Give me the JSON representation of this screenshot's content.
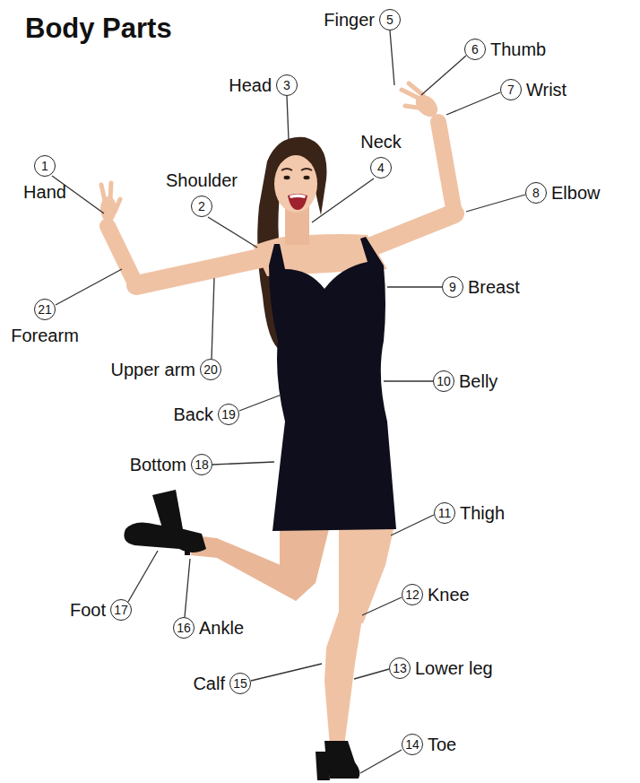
{
  "diagram": {
    "title": "Body Parts",
    "nodes": [
      {
        "text": [
          "1",
          "Hand"
        ]
      },
      {
        "text": [
          "Shoulder",
          "2"
        ]
      },
      {
        "text": [
          "Head",
          "3"
        ]
      },
      {
        "text": [
          "Neck",
          "4"
        ]
      },
      {
        "text": [
          "Finger",
          "5"
        ]
      },
      {
        "text": [
          "6",
          "Thumb"
        ]
      },
      {
        "text": [
          "7",
          "Wrist"
        ]
      },
      {
        "text": [
          "8",
          "Elbow"
        ]
      },
      {
        "text": [
          "9",
          "Breast"
        ]
      },
      {
        "text": [
          "10",
          "Belly"
        ]
      },
      {
        "text": [
          "11",
          "Thigh"
        ]
      },
      {
        "text": [
          "12",
          "Knee"
        ]
      },
      {
        "text": [
          "13",
          "Lower leg"
        ]
      },
      {
        "text": [
          "14",
          "Toe"
        ]
      },
      {
        "text": [
          "Calf",
          "15"
        ]
      },
      {
        "text": [
          "16",
          "Ankle"
        ]
      },
      {
        "text": [
          "Foot",
          "17"
        ]
      },
      {
        "text": [
          "Bottom",
          "18"
        ]
      },
      {
        "text": [
          "Back",
          "19"
        ]
      },
      {
        "text": [
          "Upper arm",
          "20"
        ]
      },
      {
        "text": [
          "21",
          "Forearm"
        ]
      }
    ]
  }
}
